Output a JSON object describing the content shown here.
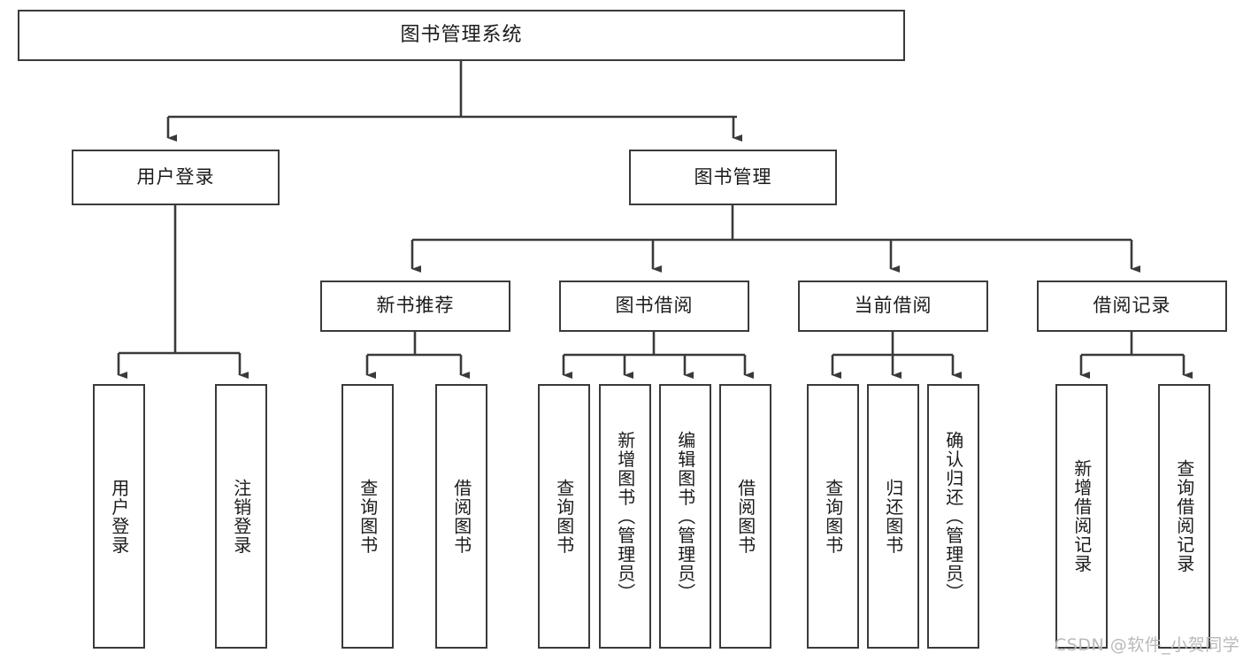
{
  "diagram": {
    "type": "hierarchy-tree",
    "title": "图书管理系统",
    "levels": 4,
    "line_color": "#3a3a3a",
    "box_fill": "#ffffff",
    "text_color": "#1b1b1b"
  },
  "nodes": {
    "root": {
      "label": "图书管理系统"
    },
    "level2": [
      {
        "label": "用户登录"
      },
      {
        "label": "图书管理"
      }
    ],
    "level3": [
      {
        "label": "新书推荐"
      },
      {
        "label": "图书借阅"
      },
      {
        "label": "当前借阅"
      },
      {
        "label": "借阅记录"
      }
    ],
    "leaves": {
      "user_login": [
        {
          "label": "用户登录"
        },
        {
          "label": "注销登录"
        }
      ],
      "new_book_recommend": [
        {
          "label": "查询图书"
        },
        {
          "label": "借阅图书"
        }
      ],
      "book_borrow": [
        {
          "label": "查询图书"
        },
        {
          "label": "新增图书（管理员）"
        },
        {
          "label": "编辑图书（管理员）"
        },
        {
          "label": "借阅图书"
        }
      ],
      "current_borrow": [
        {
          "label": "查询图书"
        },
        {
          "label": "归还图书"
        },
        {
          "label": "确认归还（管理员）"
        }
      ],
      "borrow_record": [
        {
          "label": "新增借阅记录"
        },
        {
          "label": "查询借阅记录"
        }
      ]
    }
  },
  "watermark": {
    "text": "CSDN @软件_小贺同学"
  }
}
